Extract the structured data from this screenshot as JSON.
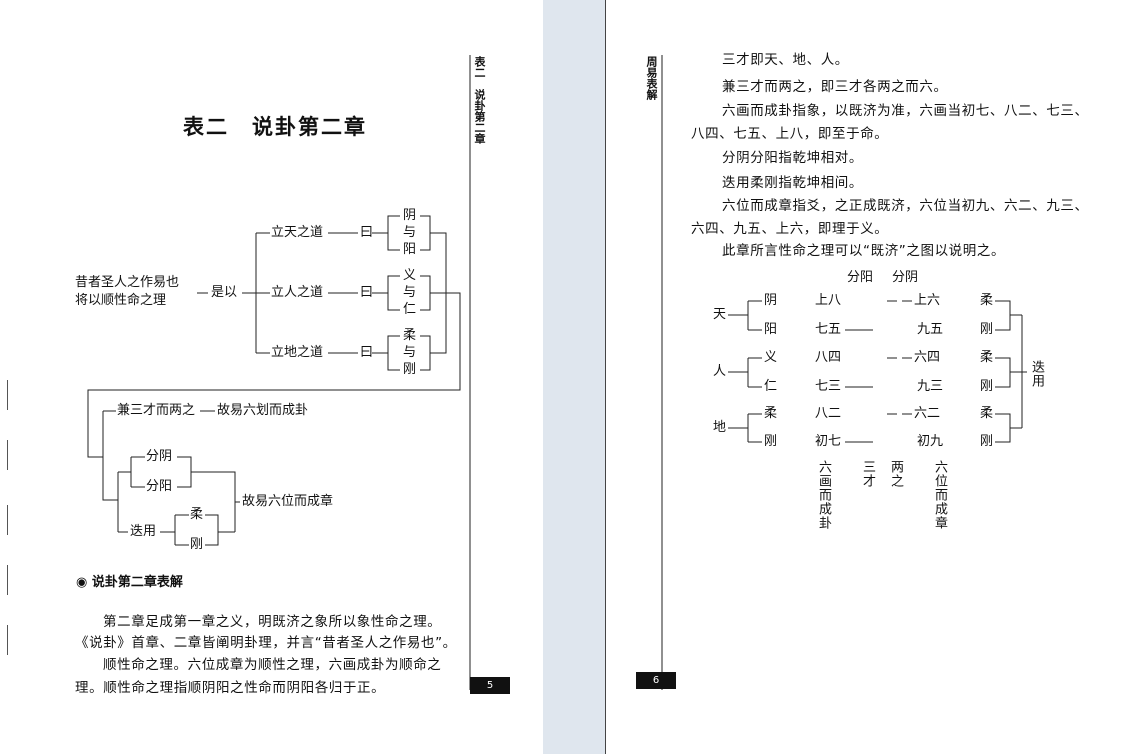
{
  "left_page": {
    "running_head": "表二　说卦第二章",
    "title": "表二　说卦第二章",
    "diagram": {
      "premise_1": "昔者圣人之作易也",
      "premise_2": "将以顺性命之理",
      "shi_yi": "是以",
      "ways": [
        "立天之道",
        "立人之道",
        "立地之道"
      ],
      "yue": "曰",
      "pairs": [
        [
          "阴",
          "与",
          "阳"
        ],
        [
          "义",
          "与",
          "仁"
        ],
        [
          "柔",
          "与",
          "刚"
        ]
      ],
      "jian": "兼三才而两之",
      "gua": "故易六划而成卦",
      "fen_yin": "分阴",
      "fen_yang": "分阳",
      "die_yong": "迭用",
      "rou": "柔",
      "gang": "刚",
      "zhang": "故易六位而成章"
    },
    "section_heading": "说卦第二章表解",
    "paragraphs": [
      "第二章足成第一章之义，明既济之象所以象性命之理。",
      "《说卦》首章、二章皆阐明卦理，并言“昔者圣人之作易也”。",
      "顺性命之理。六位成章为顺性之理，六画成卦为顺命之",
      "理。顺性命之理指顺阴阳之性命而阴阳各归于正。"
    ],
    "page_number": "5"
  },
  "right_page": {
    "running_head": "周易表解",
    "lines": [
      "三才即天、地、人。",
      "兼三才而两之，即三才各两之而六。",
      "六画而成卦指象，以既济为准，六画当初七、八二、七三、",
      "八四、七五、上八，即至于命。",
      "分阴分阳指乾坤相对。",
      "迭用柔刚指乾坤相间。",
      "六位而成章指爻，之正成既济，六位当初九、六二、九三、",
      "六四、九五、上六，即理于义。",
      "此章所言性命之理可以“既济”之图以说明之。"
    ],
    "diagram": {
      "header_fen_yang": "分阳",
      "header_fen_yin": "分阴",
      "cai": [
        "天",
        "人",
        "地"
      ],
      "pairs": [
        "阴",
        "阳",
        "义",
        "仁",
        "柔",
        "刚"
      ],
      "hua": [
        "上八",
        "七五",
        "八四",
        "七三",
        "八二",
        "初七"
      ],
      "wei": [
        "上六",
        "九五",
        "六四",
        "九三",
        "六二",
        "初九"
      ],
      "rougang": [
        "柔",
        "刚",
        "柔",
        "刚",
        "柔",
        "刚"
      ],
      "die_yong": "迭用",
      "bottom": [
        "六画而成卦",
        "三才",
        "两之",
        "六位而成章"
      ]
    },
    "page_number": "6"
  }
}
